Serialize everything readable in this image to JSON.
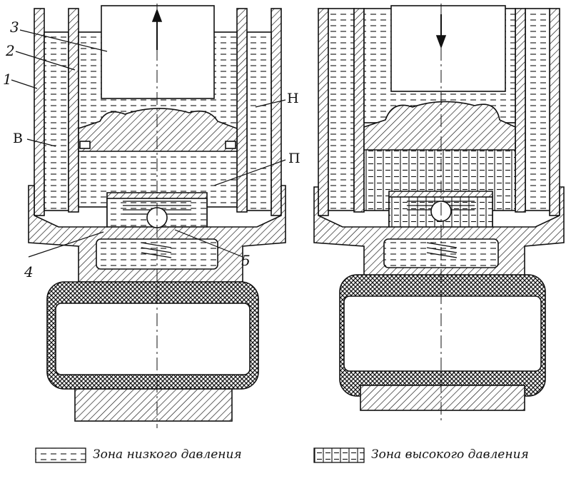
{
  "labels": {
    "cylinder_outer": "1",
    "cylinder_inner": "2",
    "rod": "3",
    "valve_left": "4",
    "valve_right": "5",
    "chamber_b": "В",
    "chamber_h": "Н",
    "piston": "П"
  },
  "legend": {
    "low_pressure": "Зона низкого давления",
    "high_pressure": "Зона высокого давления"
  },
  "colors": {
    "ink": "#111111",
    "paper": "#ffffff"
  }
}
